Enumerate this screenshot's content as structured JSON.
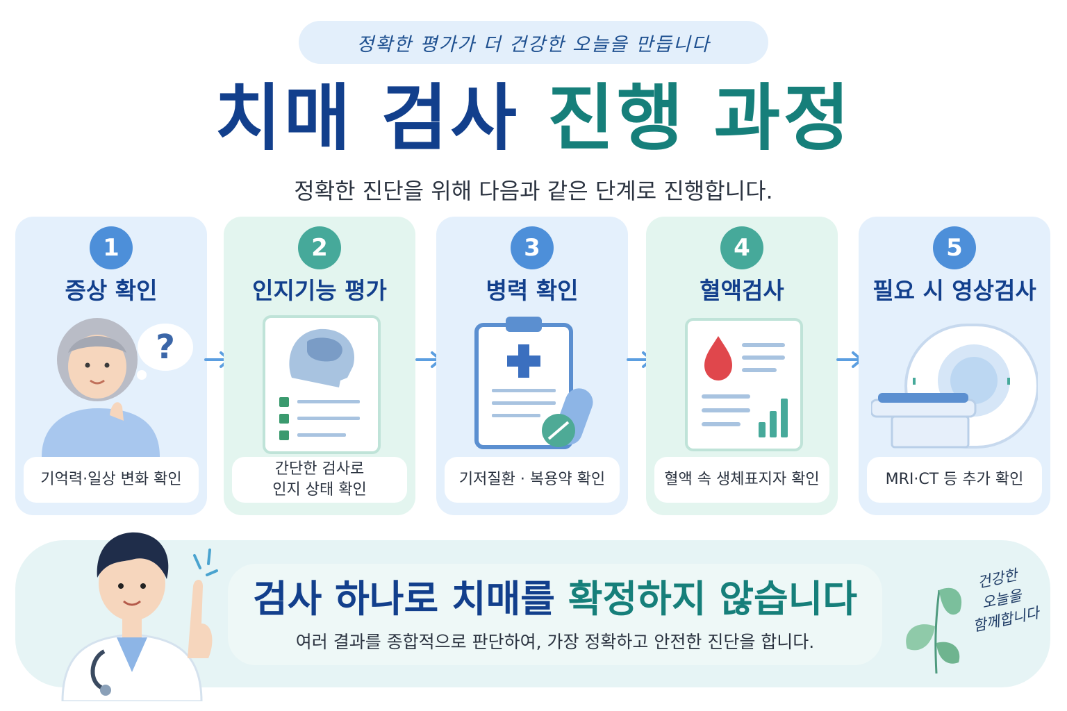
{
  "header": {
    "tagline": "정확한 평가가 더 건강한 오늘을 만듭니다",
    "title_part1": "치매 검사",
    "title_part2": "진행 과정",
    "subtitle": "정확한 진단을 위해 다음과 같은 단계로 진행합니다."
  },
  "steps": [
    {
      "number": "1",
      "title": "증상 확인",
      "desc": "기억력·일상 변화 확인",
      "desc_line2": "",
      "icon": "elderly-thinking-icon"
    },
    {
      "number": "2",
      "title": "인지기능 평가",
      "desc": "간단한 검사로",
      "desc_line2": "인지 상태 확인",
      "icon": "brain-checklist-icon"
    },
    {
      "number": "3",
      "title": "병력 확인",
      "desc": "기저질환 · 복용약 확인",
      "desc_line2": "",
      "icon": "clipboard-medicine-icon"
    },
    {
      "number": "4",
      "title": "혈액검사",
      "desc": "혈액 속 생체표지자 확인",
      "desc_line2": "",
      "icon": "blood-test-report-icon"
    },
    {
      "number": "5",
      "title": "필요 시 영상검사",
      "desc": "MRI·CT 등 추가 확인",
      "desc_line2": "",
      "icon": "mri-scanner-icon"
    }
  ],
  "bottom": {
    "title_part1": "검사 하나로 치매를",
    "title_part2": "확정하지 않습니다",
    "subtitle": "여러 결과를 종합적으로 판단하여, 가장 정확하고 안전한 진단을 합니다.",
    "handwrite_line1": "건강한",
    "handwrite_line2": "오늘을",
    "handwrite_line3": "함께합니다"
  },
  "colors": {
    "navy": "#123f8c",
    "teal": "#167f7a",
    "step_blue": "#4d8fd9",
    "step_green": "#46a99a"
  }
}
